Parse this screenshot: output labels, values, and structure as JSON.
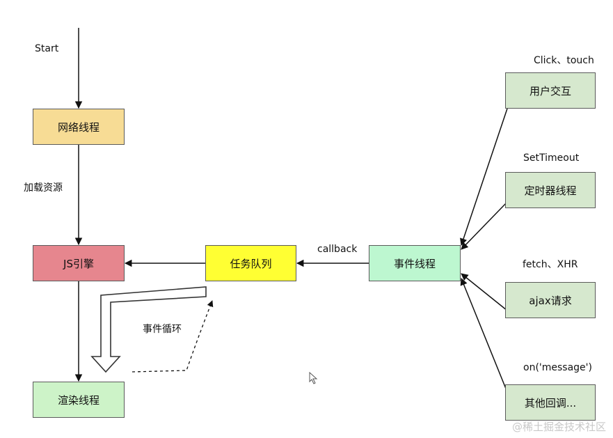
{
  "colors": {
    "network": "#f7dc95",
    "engine": "#e6868e",
    "queue": "#ffff33",
    "event": "#bdf7d0",
    "render": "#cdf3c8",
    "source": "#d6e8ce",
    "line": "#111111"
  },
  "nodes": {
    "network_thread": "网络线程",
    "js_engine": "JS引擎",
    "render_thread": "渲染线程",
    "task_queue": "任务队列",
    "event_thread": "事件线程",
    "user_interaction": "用户交互",
    "timer_thread": "定时器线程",
    "ajax_request": "ajax请求",
    "other_callbacks": "其他回调..."
  },
  "labels": {
    "start": "Start",
    "load_resources": "加载资源",
    "callback": "callback",
    "event_loop": "事件循环",
    "click_touch": "Click、touch",
    "set_timeout": "SetTimeout",
    "fetch_xhr": "fetch、XHR",
    "on_message": "on('message')"
  },
  "watermark": "@稀土掘金技术社区"
}
